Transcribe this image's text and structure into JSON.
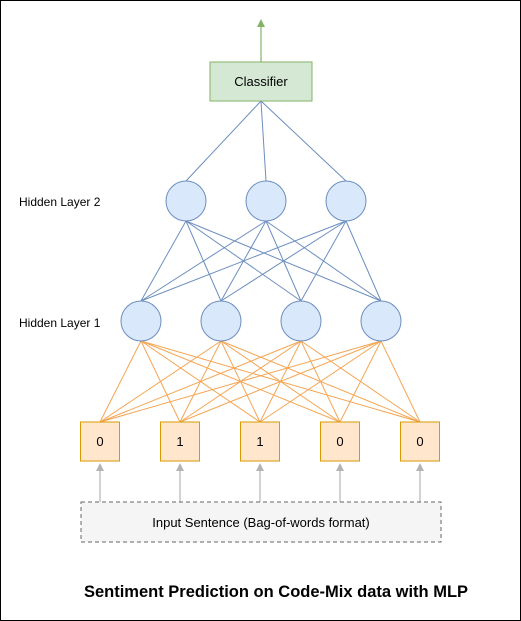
{
  "classifier": {
    "label": "Classifier",
    "fill": "#d5e8d4",
    "stroke": "#82b366"
  },
  "hidden_layer_2": {
    "label": "Hidden Layer 2",
    "node_count": 3
  },
  "hidden_layer_1": {
    "label": "Hidden Layer 1",
    "node_count": 4
  },
  "neuron_style": {
    "fill": "#dae8fc",
    "stroke": "#6c8ebf"
  },
  "input_nodes": [
    "0",
    "1",
    "1",
    "0",
    "0"
  ],
  "input_node_style": {
    "fill": "#ffe6cc",
    "stroke": "#d79b00"
  },
  "input_sentence": {
    "label": "Input Sentence (Bag-of-words format)",
    "fill": "#f5f5f5",
    "stroke": "#666666"
  },
  "edge_colors": {
    "upper": "#6c8ebf",
    "lower": "#f5a553",
    "output_arrow": "#82b366",
    "input_arrows": "#b3b3b3"
  },
  "title": "Sentiment Prediction on Code-Mix data with MLP"
}
